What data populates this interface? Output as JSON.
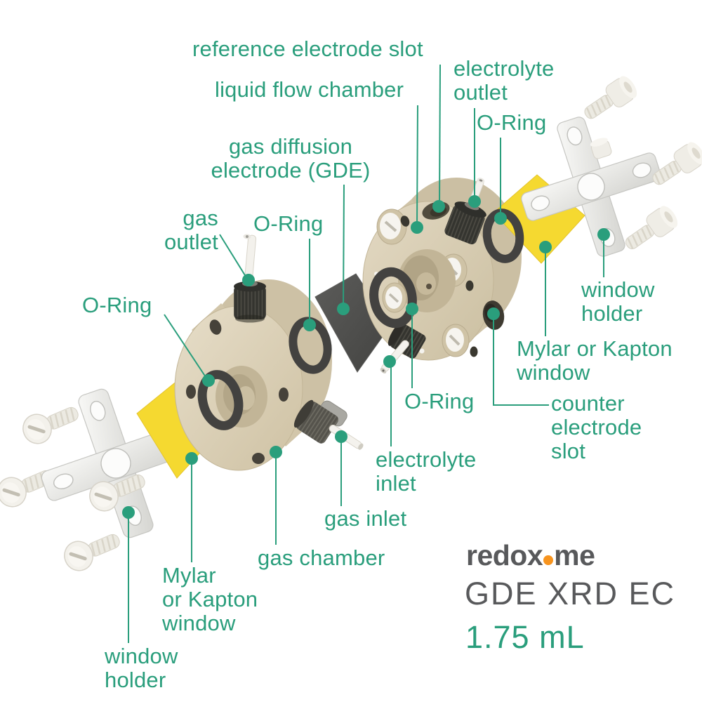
{
  "colors": {
    "accent": "#2A9E7C",
    "logo_gray": "#58595B",
    "logo_orange": "#F7941E",
    "cell_beige": "#DCD2BA",
    "cell_beige_dark": "#CBBFA3",
    "oring": "#434240",
    "gde": "#4F4F4D",
    "window_yellow": "#F5D930",
    "metal": "#E9E9E6",
    "screw": "#F3F1EB"
  },
  "labels": {
    "reference_electrode_slot": "reference electrode slot",
    "liquid_flow_chamber": "liquid flow chamber",
    "electrolyte_outlet": "electrolyte\noutlet",
    "o_ring_top_right": "O-Ring",
    "gas_diffusion_electrode": "gas diffusion\nelectrode (GDE)",
    "gas_outlet": "gas\noutlet",
    "o_ring_mid": "O-Ring",
    "o_ring_left": "O-Ring",
    "window_holder_right": "window\nholder",
    "mylar_window_right": "Mylar or Kapton\nwindow",
    "counter_electrode_slot": "counter\nelectrode\nslot",
    "o_ring_bottom": "O-Ring",
    "electrolyte_inlet": "electrolyte\ninlet",
    "gas_inlet": "gas inlet",
    "gas_chamber": "gas chamber",
    "mylar_window_left": "Mylar\nor Kapton\nwindow",
    "window_holder_left": "window\nholder"
  },
  "brand": {
    "logo_left": "redox",
    "logo_right": "me",
    "product": "GDE XRD EC",
    "volume": "1.75 mL"
  }
}
